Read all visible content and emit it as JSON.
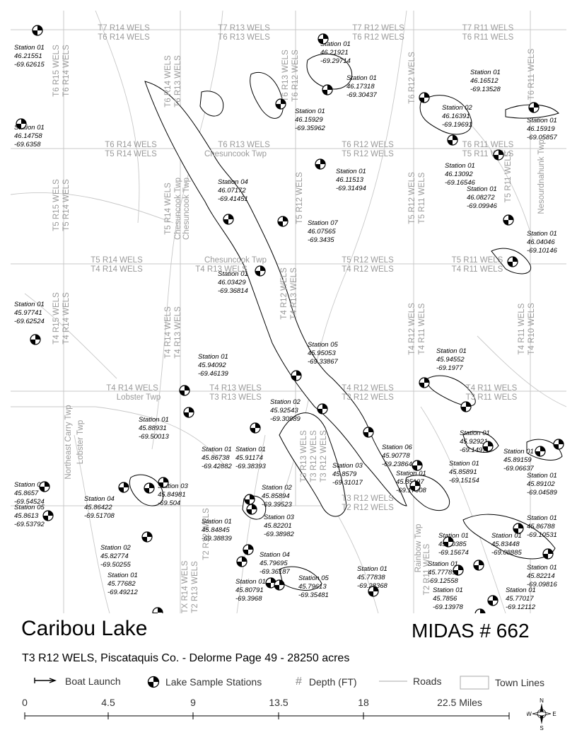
{
  "map": {
    "township_labels": [
      "T7 R14 WELS",
      "T6 R14 WELS",
      "T7 R13 WELS",
      "T6 R13 WELS",
      "T7 R12 WELS",
      "T6 R12 WELS",
      "T7 R11 WELS",
      "T6 R11 WELS",
      "T6 R14 WELS",
      "T5 R14 WELS",
      "T6 R13 WELS",
      "Chesuncook Twp",
      "T6 R12 WELS",
      "T5 R12 WELS",
      "T6 R11 WELS",
      "T5 R11 WELS",
      "T5 R14 WELS",
      "T4 R14 WELS",
      "Chesuncook Twp",
      "T4 R13 WELS",
      "T5 R12 WELS",
      "T4 R12 WELS",
      "T5 R11 WELS",
      "T4 R11 WELS",
      "T4 R14 WELS",
      "Lobster Twp",
      "T4 R13 WELS",
      "T3 R13 WELS",
      "T4 R12 WELS",
      "T3 R12 WELS",
      "T4 R11 WELS",
      "T3 R11 WELS",
      "T3 R12 WELS",
      "T2 R12 WELS"
    ],
    "vertical_labels": [
      "T6 R15 WELS",
      "T6 R14 WELS",
      "T6 R14 WELS",
      "T6 R13 WELS",
      "T6 R13 WELS",
      "T6 R12 WELS",
      "T6 R12 WELS",
      "T6 R11 WELS",
      "T5 R15 WELS",
      "T5 R14 WELS",
      "T5 R14 WELS",
      "Chesuncook Twp",
      "Chesuncook Twp",
      "T5 R12 WELS",
      "T5 R12 WELS",
      "T5 R11 WELS",
      "T5 R11 WELS",
      "Nesourdnahunk Twp",
      "T4 R15 WELS",
      "T4 R14 WELS",
      "T4 R14 WELS",
      "T4 R13 WELS",
      "T4 R12 WELS",
      "T4 R13 WELS",
      "T4 R12 WELS",
      "T4 R11 WELS",
      "T4 R11 WELS",
      "T4 R10 WELS",
      "Northeast Carry Twp",
      "Lobster Twp",
      "T3 R13 WELS",
      "T3 R12 WELS",
      "T3 R12 WELS",
      "T2 R12 WELS",
      "Rainbow Twp",
      "TX R14 WELS",
      "T2 R13 WELS",
      "T2 R11 WELS"
    ],
    "stations": [
      {
        "name": "Station 01",
        "lat": "46.21551",
        "lon": "-69.62615"
      },
      {
        "name": "Station 01",
        "lat": "46.14758",
        "lon": "-69.6358"
      },
      {
        "name": "Station 01",
        "lat": "46.21921",
        "lon": "-69.29714"
      },
      {
        "name": "Station 01",
        "lat": "46.17318",
        "lon": "-69.30437"
      },
      {
        "name": "Station 01",
        "lat": "46.16512",
        "lon": "-69.13528"
      },
      {
        "name": "Station 02",
        "lat": "46.16391",
        "lon": "-69.19691"
      },
      {
        "name": "Station 01",
        "lat": "46.15919",
        "lon": "-69.05857"
      },
      {
        "name": "Station 01",
        "lat": "46.15929",
        "lon": "-69.35962"
      },
      {
        "name": "Station 01",
        "lat": "46.11513",
        "lon": "-69.31494"
      },
      {
        "name": "Station 01",
        "lat": "46.13092",
        "lon": "-69.16546"
      },
      {
        "name": "Station 04",
        "lat": "46.07172",
        "lon": "-69.41451"
      },
      {
        "name": "Station 07",
        "lat": "46.07565",
        "lon": "-69.3435"
      },
      {
        "name": "Station 01",
        "lat": "46.08272",
        "lon": "-69.09946"
      },
      {
        "name": "Station 01",
        "lat": "46.04046",
        "lon": "-69.10146"
      },
      {
        "name": "Station 01",
        "lat": "46.03429",
        "lon": "-69.36814"
      },
      {
        "name": "Station 01",
        "lat": "45.97741",
        "lon": "-69.62524"
      },
      {
        "name": "Station 05",
        "lat": "45.95053",
        "lon": "-69.33867"
      },
      {
        "name": "Station 01",
        "lat": "45.94092",
        "lon": "-69.46139"
      },
      {
        "name": "Station 01",
        "lat": "45.94552",
        "lon": "-69.1977"
      },
      {
        "name": "Station 02",
        "lat": "45.92543",
        "lon": "-69.30989"
      },
      {
        "name": "Station 01",
        "lat": "45.88931",
        "lon": "-69.50013"
      },
      {
        "name": "Station 01",
        "lat": "45.86738",
        "lon": "-69.42882"
      },
      {
        "name": "Station 01",
        "lat": "45.91174",
        "lon": "-69.38393"
      },
      {
        "name": "Station 01",
        "lat": "45.92921",
        "lon": "-69.14977"
      },
      {
        "name": "Station 01",
        "lat": "45.89159",
        "lon": "-69.06637"
      },
      {
        "name": "Station 06",
        "lat": "45.90778",
        "lon": "-69.23864"
      },
      {
        "name": "Station 03",
        "lat": "45.8579",
        "lon": "-69.31017"
      },
      {
        "name": "Station 01",
        "lat": "45.85197",
        "lon": "-69.17608"
      },
      {
        "name": "Station 01",
        "lat": "45.85891",
        "lon": "-69.15154"
      },
      {
        "name": "Station 01",
        "lat": "45.89102",
        "lon": "-69.04589"
      },
      {
        "name": "Station 01",
        "lat": "45.8657",
        "lon": "-69.54524"
      },
      {
        "name": "Station 04",
        "lat": "45.86422",
        "lon": "-69.51708"
      },
      {
        "name": "Station 03",
        "lat": "45.84981",
        "lon": "-69.504"
      },
      {
        "name": "Station 02",
        "lat": "45.85894",
        "lon": "-69.39523"
      },
      {
        "name": "Station 05",
        "lat": "45.8613",
        "lon": "-69.53792"
      },
      {
        "name": "Station 01",
        "lat": "45.84845",
        "lon": "-69.38839"
      },
      {
        "name": "Station 03",
        "lat": "45.82201",
        "lon": "-69.38982"
      },
      {
        "name": "Station 01",
        "lat": "45.86788",
        "lon": "-69.10531"
      },
      {
        "name": "Station 02",
        "lat": "45.82774",
        "lon": "-69.50255"
      },
      {
        "name": "Station 04",
        "lat": "45.79695",
        "lon": "-69.36187"
      },
      {
        "name": "Station 01",
        "lat": "45.77682",
        "lon": "-69.49212"
      },
      {
        "name": "Station 01",
        "lat": "45.80791",
        "lon": "-69.3968"
      },
      {
        "name": "Station 05",
        "lat": "45.79613",
        "lon": "-69.35481"
      },
      {
        "name": "Station 01",
        "lat": "45.77838",
        "lon": "-69.28368"
      },
      {
        "name": "Station 01",
        "lat": "45.80385",
        "lon": "-69.15674"
      },
      {
        "name": "Station 01",
        "lat": "45.83448",
        "lon": "-69.08885"
      },
      {
        "name": "Station 01",
        "lat": "45.77789",
        "lon": "-69.12558"
      },
      {
        "name": "Station 01",
        "lat": "45.82214",
        "lon": "-69.09816"
      },
      {
        "name": "Station 01",
        "lat": "45.7856",
        "lon": "-69.13978"
      },
      {
        "name": "Station 01",
        "lat": "45.77017",
        "lon": "-69.12112"
      }
    ]
  },
  "title": "Caribou Lake",
  "midas": "MIDAS # 662",
  "subtitle": "T3 R12 WELS, Piscataquis Co. - Delorme Page 49 - 28250 acres",
  "legend": {
    "boat_launch": "Boat Launch",
    "sample_stations": "Lake Sample Stations",
    "depth_symbol": "#",
    "depth": "Depth (FT)",
    "roads": "Roads",
    "town_lines": "Town Lines"
  },
  "scale": {
    "ticks": [
      "0",
      "4.5",
      "9",
      "13.5",
      "18",
      "22.5 Miles"
    ]
  },
  "compass": {
    "n": "N",
    "s": "S",
    "e": "E",
    "w": "W"
  }
}
